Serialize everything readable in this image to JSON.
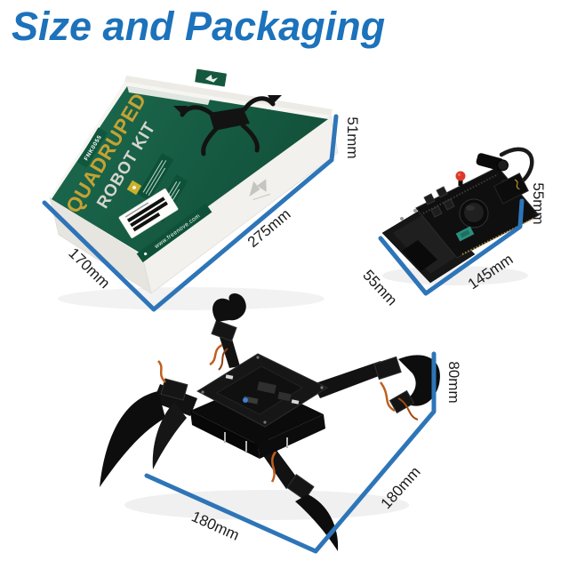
{
  "title": {
    "label": "Size and Packaging"
  },
  "palette": {
    "title_blue": "#1c72bb",
    "dimension_line_blue": "#2e75b8",
    "box_green": "#17604a",
    "box_gold": "#c5a233"
  },
  "box": {
    "model_code": "FNK0055",
    "product_line1": "QUADRUPED",
    "product_line2": "ROBOT KIT",
    "website": "www.freenove.com",
    "dims": {
      "length": "275mm",
      "depth": "170mm",
      "height": "51mm"
    }
  },
  "controller": {
    "dims": {
      "length": "145mm",
      "depth": "55mm",
      "height": "55mm"
    }
  },
  "robot": {
    "dims": {
      "length": "180mm",
      "depth": "180mm",
      "height": "80mm"
    }
  }
}
